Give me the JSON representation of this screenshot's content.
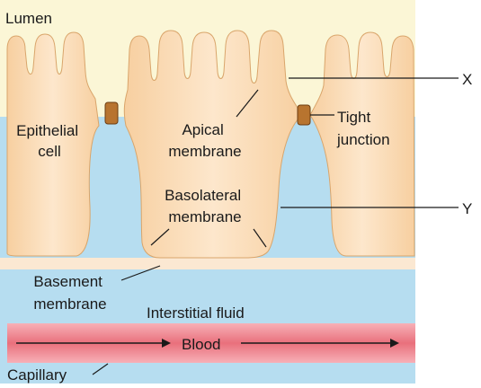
{
  "labels": {
    "lumen": "Lumen",
    "epithelial_cell": [
      "Epithelial",
      "cell"
    ],
    "apical_membrane": [
      "Apical",
      "membrane"
    ],
    "tight_junction": [
      "Tight",
      "junction"
    ],
    "basolateral_membrane": [
      "Basolateral",
      "membrane"
    ],
    "basement_membrane": [
      "Basement",
      "membrane"
    ],
    "interstitial_fluid": "Interstitial fluid",
    "blood": "Blood",
    "capillary": "Capillary",
    "marker_x": "X",
    "marker_y": "Y"
  },
  "colors": {
    "lumen_bg": "#fbf6d6",
    "fluid": "#b6ddf0",
    "cell_light": "#fde7cc",
    "cell_mid": "#f7cfa0",
    "cell_edge": "#d9a56b",
    "basement_membrane": "#fbe8d2",
    "blood_light": "#f7b0b7",
    "blood_dark": "#e9707c",
    "tight_junction": "#b8742f"
  }
}
